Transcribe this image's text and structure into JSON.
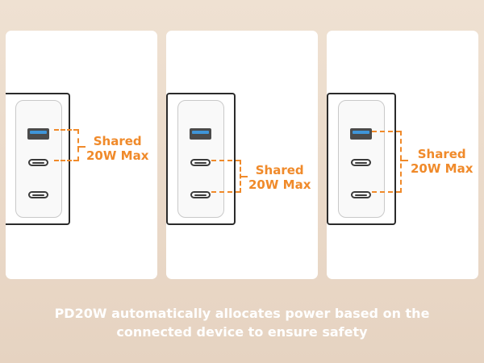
{
  "panels": [
    {
      "id": "all-ports-shared",
      "label_line1": "Shared",
      "label_line2": "20W Max",
      "shared_ports": [
        "usb-a",
        "usb-c-1"
      ]
    },
    {
      "id": "two-c-shared",
      "label_line1": "Shared",
      "label_line2": "20W Max",
      "shared_ports": [
        "usb-c-1",
        "usb-c-2"
      ]
    },
    {
      "id": "a-and-c2-shared",
      "label_line1": "Shared",
      "label_line2": "20W Max",
      "shared_ports": [
        "usb-a",
        "usb-c-2"
      ]
    }
  ],
  "caption": {
    "line1": "PD20W automatically allocates power based on the",
    "line2": "connected device to ensure safety"
  },
  "colors": {
    "accent": "#f08a2a",
    "usb_a_tongue": "#3f95d8",
    "background": "#ecdccc",
    "panel": "#ffffff"
  }
}
